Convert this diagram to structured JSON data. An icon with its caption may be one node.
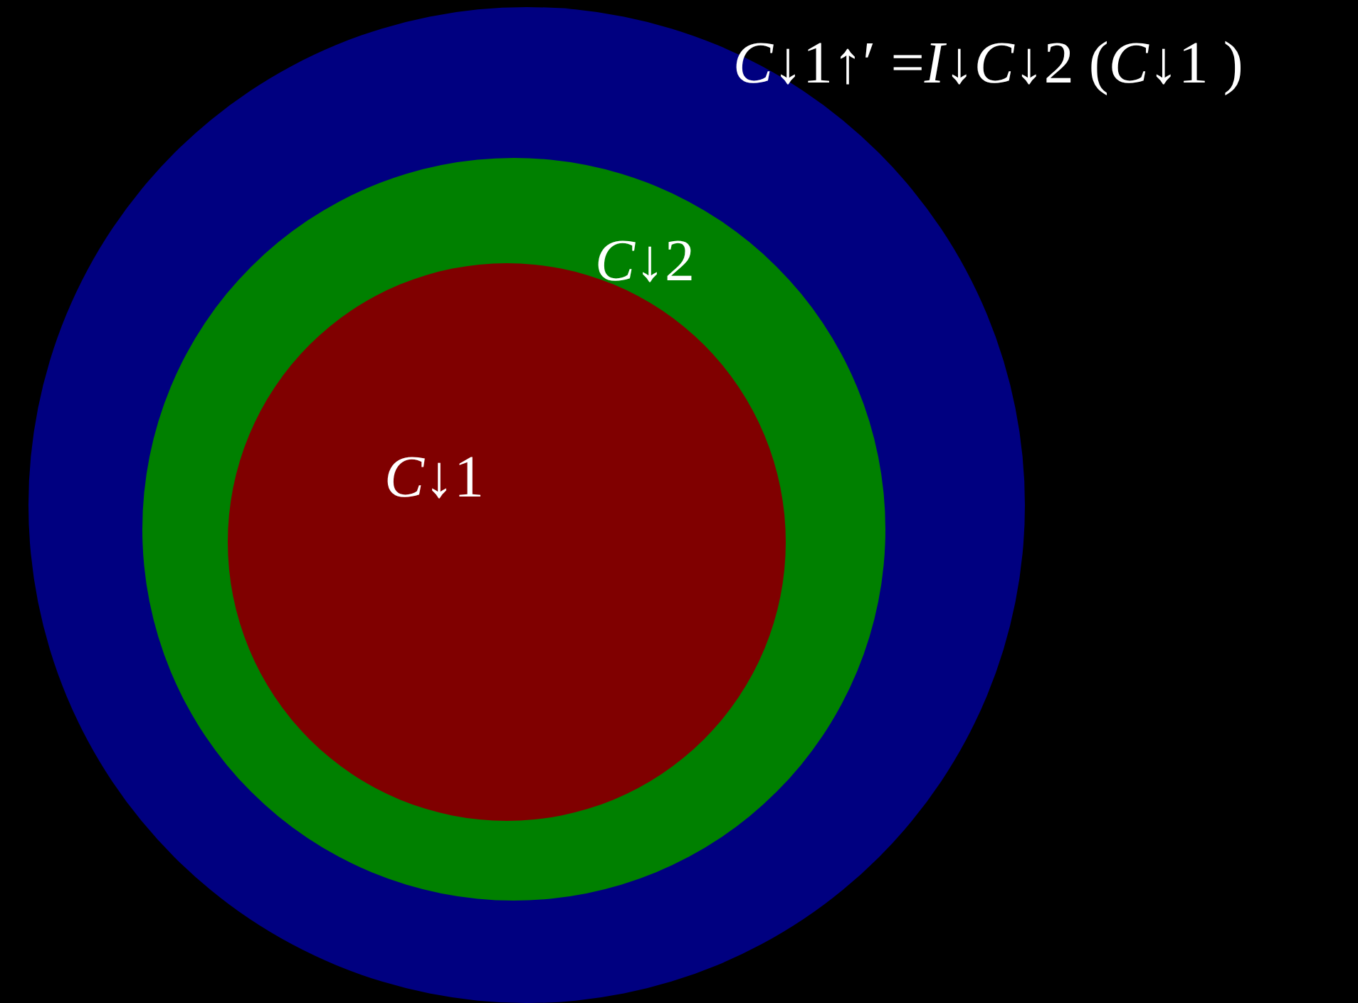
{
  "diagram": {
    "nodes": [
      {
        "text": [],
        "shape": "circle"
      },
      {
        "text": [
          "*C*↓2"
        ],
        "in": 0
      },
      {
        "text": [
          "*C*↓1"
        ],
        "in": 1
      }
    ],
    "edges": [],
    "labels": [
      "*C*↓1↑′ =*I*↓*C*↓2 (*C*↓1 )"
    ]
  }
}
